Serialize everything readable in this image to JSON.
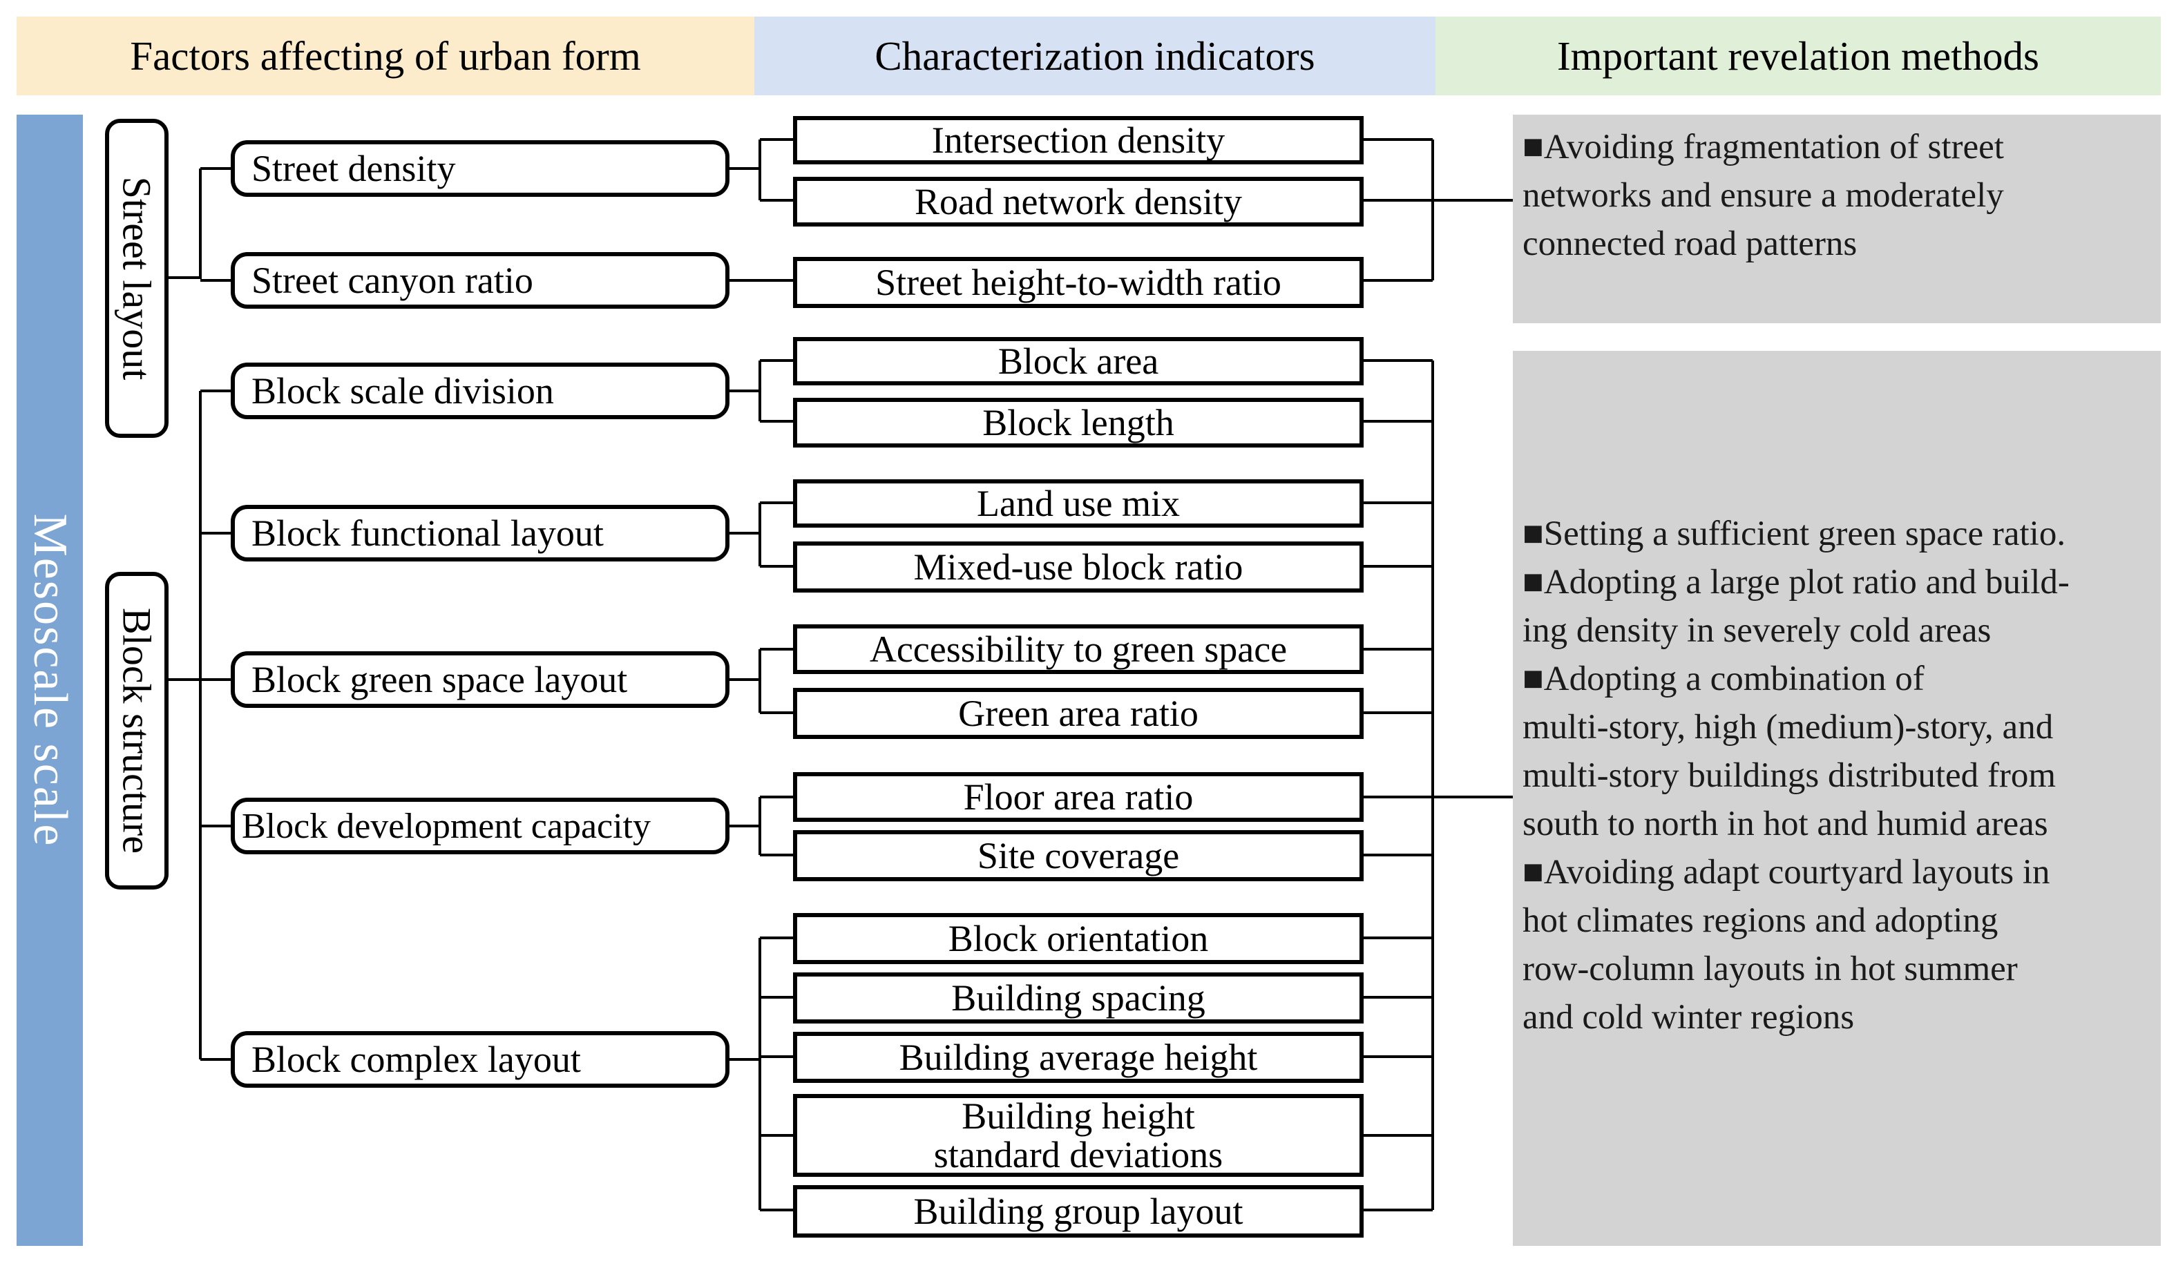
{
  "headers": {
    "factors": "Factors affecting of urban form",
    "indicators": "Characterization indicators",
    "methods": "Important revelation methods"
  },
  "scale_label": "Mesoscale scale",
  "groups": [
    {
      "label": "Street layout"
    },
    {
      "label": "Block structure"
    }
  ],
  "factors": [
    "Street density",
    "Street canyon ratio",
    "Block scale division",
    "Block functional layout",
    "Block green space layout",
    "Block development capacity",
    "Block complex layout"
  ],
  "indicators": [
    "Intersection density",
    "Road network density",
    "Street height-to-width ratio",
    "Block area",
    "Block length",
    "Land use mix",
    "Mixed-use block ratio",
    "Accessibility to green space",
    "Green area ratio",
    "Floor area ratio",
    "Site coverage",
    "Block orientation",
    "Building spacing",
    "Building average height",
    "Building height standard deviations",
    "Building group layout"
  ],
  "indicator_10_lines": [
    "Building height",
    "standard deviations"
  ],
  "methods": [
    {
      "lines": [
        "■Avoiding fragmentation of street",
        "networks and ensure a moderately",
        "connected road patterns"
      ]
    },
    {
      "lines": [
        "■Setting a sufficient green space ratio.",
        "■Adopting a large plot ratio and build-",
        "ing density in severely cold areas",
        "■Adopting a combination of",
        "multi-story, high (medium)-story, and",
        "multi-story buildings distributed from",
        "south to north in hot and humid areas",
        "■Avoiding adapt courtyard layouts in",
        "hot climates regions and adopting",
        "row-column layouts in hot summer",
        "and cold winter regions"
      ]
    }
  ]
}
